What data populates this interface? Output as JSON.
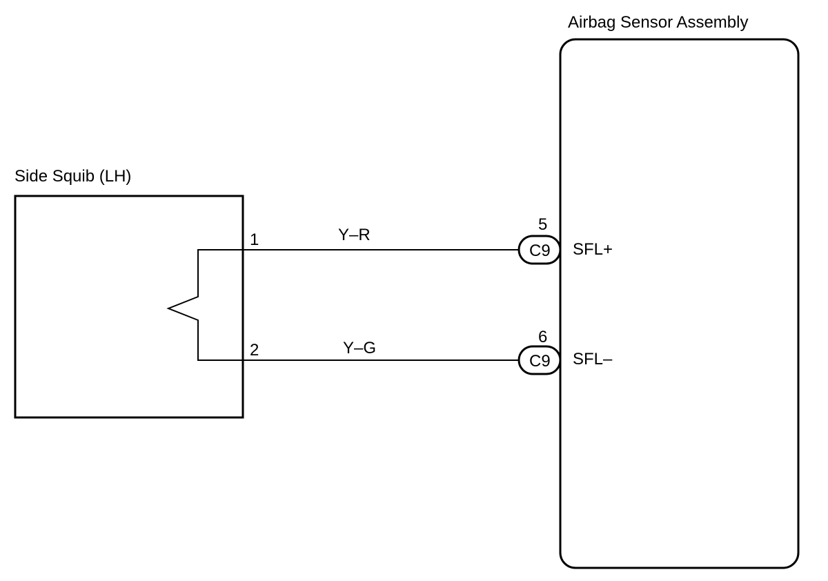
{
  "squib": {
    "title": "Side Squib (LH)",
    "pin_top": "1",
    "pin_bottom": "2"
  },
  "sensor": {
    "title": "Airbag Sensor Assembly"
  },
  "wires": [
    {
      "color_code": "Y–R",
      "connector": "C9",
      "connector_pin": "5",
      "terminal": "SFL+"
    },
    {
      "color_code": "Y–G",
      "connector": "C9",
      "connector_pin": "6",
      "terminal": "SFL–"
    }
  ]
}
